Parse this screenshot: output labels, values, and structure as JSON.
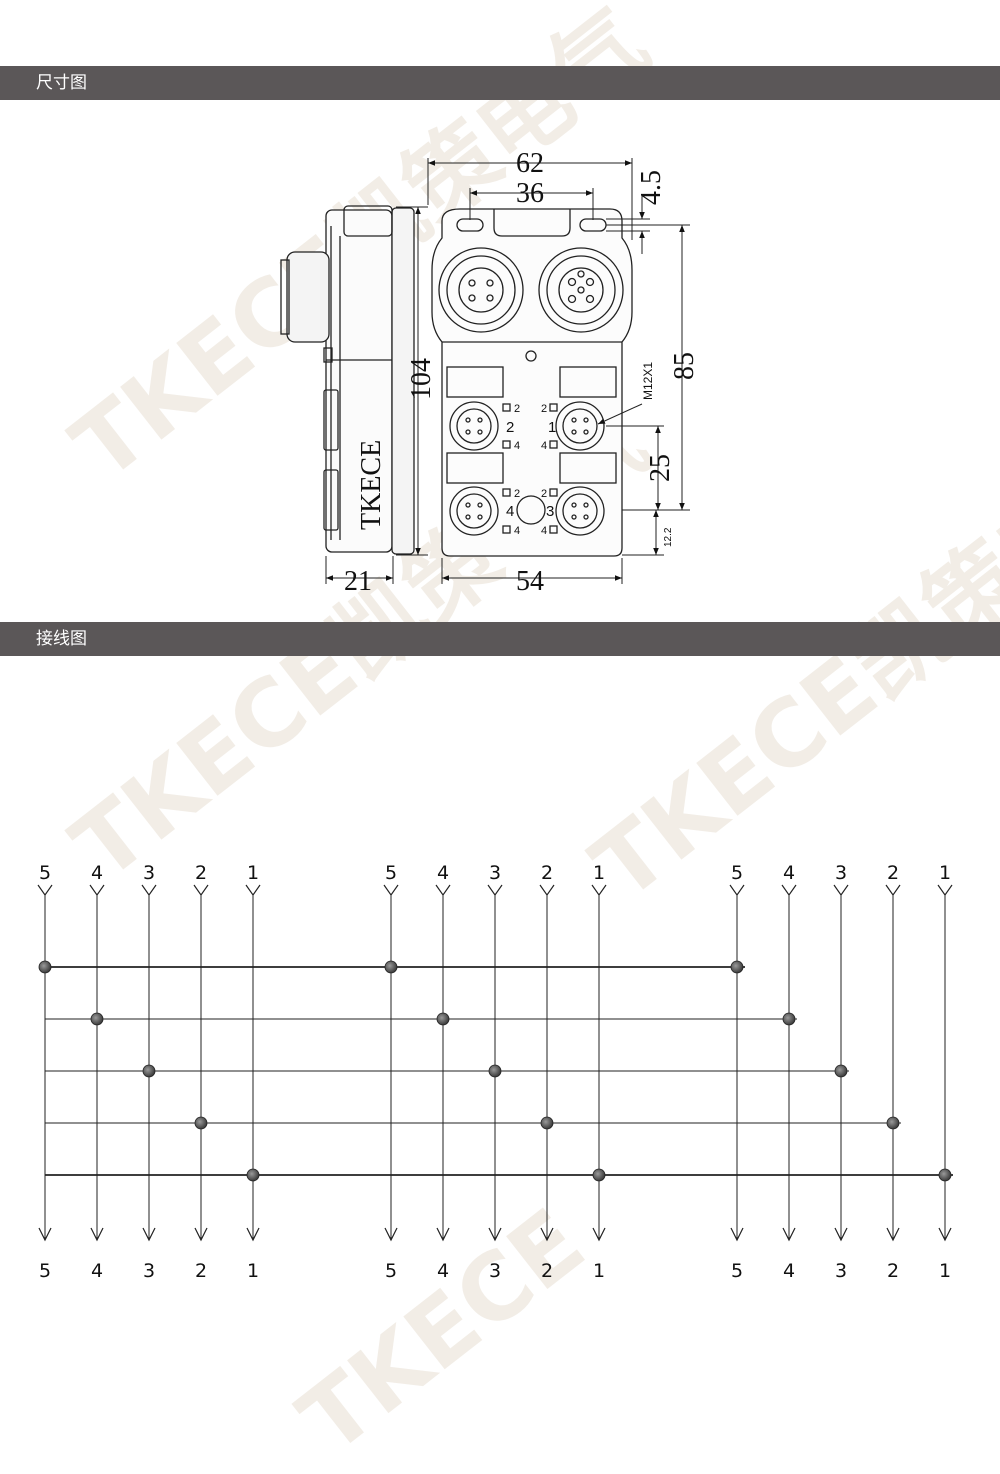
{
  "sections": {
    "dimension_title": "尺寸图",
    "wiring_title": "接线图"
  },
  "watermark": {
    "brand": "TKECE",
    "brand_cn": "凯策电气"
  },
  "dimensions": {
    "width_total": "62",
    "hole_spacing": "36",
    "hole_offset": "4.5",
    "height_total": "104",
    "height_inner": "85",
    "port_pitch": "25",
    "bottom_offset": "12.2",
    "width_bottom": "54",
    "depth": "21",
    "thread_label": "M12X1",
    "side_brand": "TKECE"
  },
  "ports": {
    "p1": "1",
    "p2": "2",
    "p3": "3",
    "p4": "4",
    "pin2": "2",
    "pin4": "4"
  },
  "wiring": {
    "groups": [
      {
        "labels": [
          "5",
          "4",
          "3",
          "2",
          "1"
        ]
      },
      {
        "labels": [
          "5",
          "4",
          "3",
          "2",
          "1"
        ]
      },
      {
        "labels": [
          "5",
          "4",
          "3",
          "2",
          "1"
        ]
      }
    ]
  }
}
